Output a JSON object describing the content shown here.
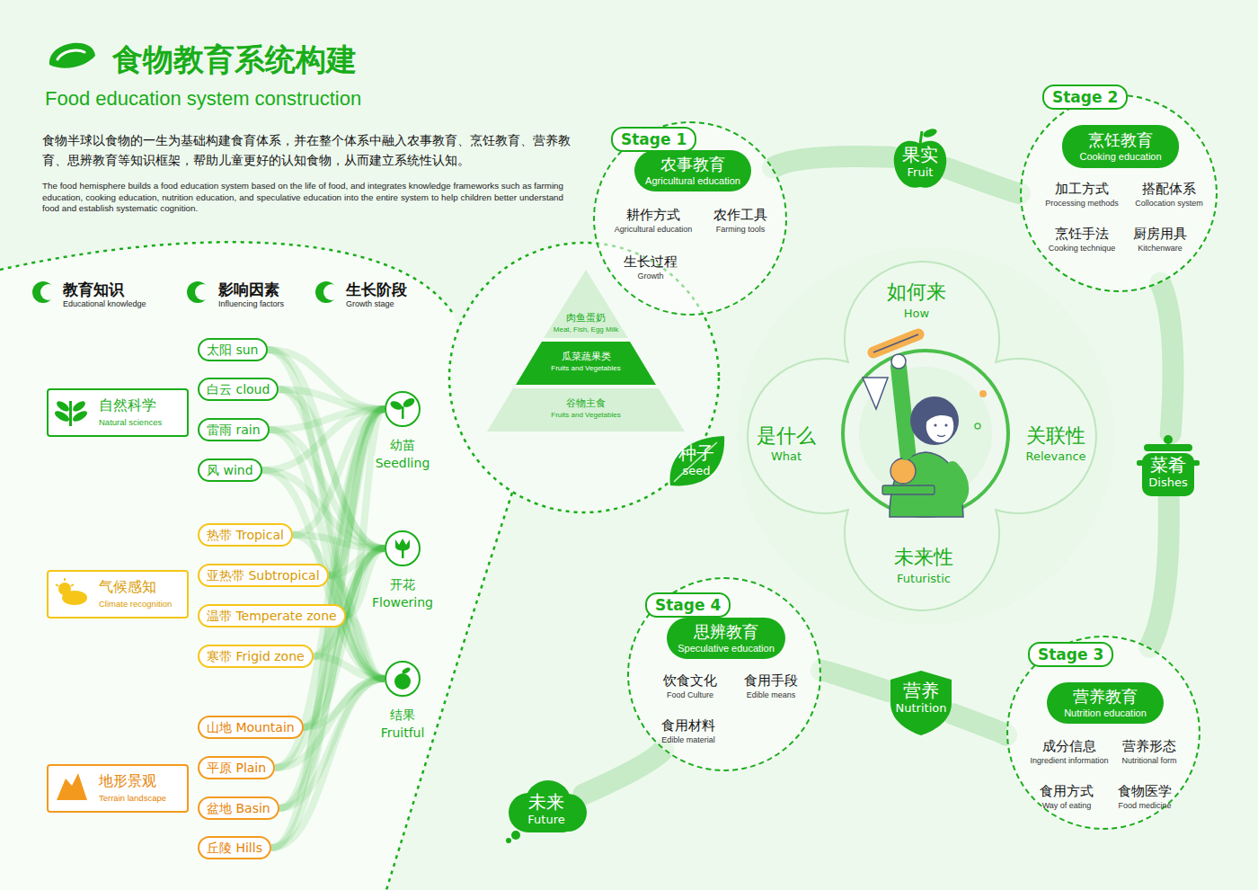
{
  "diagram": {
    "title": "食物教育系统构建",
    "nodes": [
      {
        "text": [
          "自然科学",
          "Natural sciences"
        ]
      },
      {
        "text": [
          "太阳 sun"
        ]
      },
      {
        "text": [
          "白云 cloud"
        ]
      },
      {
        "text": [
          "雷雨 rain"
        ]
      },
      {
        "text": [
          "风 wind"
        ]
      },
      {
        "text": [
          "气候感知",
          "Climate recognition"
        ]
      },
      {
        "text": [
          "热带 Tropical"
        ]
      },
      {
        "text": [
          "亚热带 Subtropical"
        ]
      },
      {
        "text": [
          "温带 Temperate zone"
        ]
      },
      {
        "text": [
          "寒带 Frigid zone"
        ]
      },
      {
        "text": [
          "地形景观",
          "Terrain landscape"
        ]
      },
      {
        "text": [
          "山地 Mountain"
        ]
      },
      {
        "text": [
          "平原 Plain"
        ]
      },
      {
        "text": [
          "盆地 Basin"
        ]
      },
      {
        "text": [
          "丘陵 Hills"
        ]
      },
      {
        "text": [
          "幼苗",
          "Seedling"
        ]
      },
      {
        "text": [
          "开花",
          "Flowering"
        ]
      },
      {
        "text": [
          "结果",
          "Fruitful"
        ]
      },
      {
        "text": [
          "肉鱼蛋奶",
          "Meat, Fish, Egg Milk"
        ]
      },
      {
        "text": [
          "瓜菜蔬果类",
          "Fruits and Vegetables"
        ]
      },
      {
        "text": [
          "谷物主食",
          "Fruits and Vegetables"
        ]
      },
      {
        "text": [
          "耕作方式",
          "Agricultural education",
          "农作工具",
          "Farming tools",
          "生长过程",
          "Growth"
        ]
      },
      {
        "text": [
          "Stage 1"
        ],
        "in": 21
      },
      {
        "text": [
          "农事教育",
          "Agricultural education"
        ],
        "in": 21
      },
      {
        "text": [
          "种子",
          "seed"
        ]
      },
      {
        "text": [
          "果实",
          "Fruit"
        ]
      },
      {
        "text": [
          "加工方式",
          "Processing methods",
          "搭配体系",
          "Collocation system",
          "烹饪手法",
          "Cooking technique",
          "厨房用具",
          "Kitchenware"
        ]
      },
      {
        "text": [
          "Stage 2"
        ],
        "in": 26
      },
      {
        "text": [
          "烹饪教育",
          "Cooking education"
        ],
        "in": 26
      },
      {
        "text": [
          "如何来",
          "How",
          "是什么",
          "What",
          "关联性",
          "Relevance",
          "未来性",
          "Futuristic"
        ]
      },
      {
        "text": [
          "菜肴",
          "Dishes"
        ]
      },
      {
        "text": [
          "饮食文化",
          "Food Culture",
          "食用手段",
          "Edible means",
          "食用材料",
          "Edible material"
        ]
      },
      {
        "text": [
          "Stage 4"
        ],
        "in": 31
      },
      {
        "text": [
          "思辨教育",
          "Speculative education"
        ],
        "in": 31
      },
      {
        "text": [
          "营养",
          "Nutrition"
        ]
      },
      {
        "text": [
          "成分信息",
          "Ingredient information",
          "营养形态",
          "Nutritional form",
          "食用方式",
          "Way of eating",
          "食物医学",
          "Food medicine"
        ]
      },
      {
        "text": [
          "Stage 3"
        ],
        "in": 35
      },
      {
        "text": [
          "营养教育",
          "Nutrition education"
        ],
        "in": 35
      },
      {
        "text": [
          "未来",
          "Future"
        ]
      }
    ],
    "edges": [
      {
        "from": 1,
        "to": 15,
        "arrow": "none"
      },
      {
        "from": 1,
        "to": 16,
        "arrow": "none"
      },
      {
        "from": 1,
        "to": 17,
        "arrow": "none"
      },
      {
        "from": 2,
        "to": 15,
        "arrow": "none"
      },
      {
        "from": 2,
        "to": 16,
        "arrow": "none"
      },
      {
        "from": 2,
        "to": 17,
        "arrow": "none"
      },
      {
        "from": 3,
        "to": 15,
        "arrow": "none"
      },
      {
        "from": 3,
        "to": 16,
        "arrow": "none"
      },
      {
        "from": 3,
        "to": 17,
        "arrow": "none"
      },
      {
        "from": 4,
        "to": 15,
        "arrow": "none"
      },
      {
        "from": 4,
        "to": 16,
        "arrow": "none"
      },
      {
        "from": 4,
        "to": 17,
        "arrow": "none"
      },
      {
        "from": 6,
        "to": 15,
        "arrow": "none"
      },
      {
        "from": 6,
        "to": 16,
        "arrow": "none"
      },
      {
        "from": 6,
        "to": 17,
        "arrow": "none"
      },
      {
        "from": 7,
        "to": 15,
        "arrow": "none"
      },
      {
        "from": 7,
        "to": 16,
        "arrow": "none"
      },
      {
        "from": 7,
        "to": 17,
        "arrow": "none"
      },
      {
        "from": 8,
        "to": 15,
        "arrow": "none"
      },
      {
        "from": 8,
        "to": 16,
        "arrow": "none"
      },
      {
        "from": 8,
        "to": 17,
        "arrow": "none"
      },
      {
        "from": 9,
        "to": 15,
        "arrow": "none"
      },
      {
        "from": 9,
        "to": 16,
        "arrow": "none"
      },
      {
        "from": 9,
        "to": 17,
        "arrow": "none"
      },
      {
        "from": 11,
        "to": 15,
        "arrow": "none"
      },
      {
        "from": 11,
        "to": 16,
        "arrow": "none"
      },
      {
        "from": 11,
        "to": 17,
        "arrow": "none"
      },
      {
        "from": 12,
        "to": 15,
        "arrow": "none"
      },
      {
        "from": 12,
        "to": 16,
        "arrow": "none"
      },
      {
        "from": 12,
        "to": 17,
        "arrow": "none"
      },
      {
        "from": 13,
        "to": 15,
        "arrow": "none"
      },
      {
        "from": 13,
        "to": 16,
        "arrow": "none"
      },
      {
        "from": 13,
        "to": 17,
        "arrow": "none"
      },
      {
        "from": 14,
        "to": 15,
        "arrow": "none"
      },
      {
        "from": 14,
        "to": 16,
        "arrow": "none"
      },
      {
        "from": 14,
        "to": 17,
        "arrow": "none"
      },
      {
        "from": 21,
        "to": 25,
        "arrow": "none"
      },
      {
        "from": 25,
        "to": 26,
        "arrow": "none"
      },
      {
        "from": 26,
        "to": 30,
        "arrow": "none"
      },
      {
        "from": 30,
        "to": 35,
        "arrow": "none"
      },
      {
        "from": 35,
        "to": 34,
        "arrow": "none"
      },
      {
        "from": 34,
        "to": 31,
        "arrow": "none"
      },
      {
        "from": 31,
        "to": 38,
        "arrow": "none"
      }
    ],
    "labels": [
      "Food education system construction",
      "食物半球以食物的一生为基础构建食育体系，并在整个体系中融入农事教育、烹饪教育、营养教育、思辨教育等知识框架，帮助儿童更好的认知食物，从而建立系统性认知。",
      "The food hemisphere builds a food education system based on the life of food, and integrates knowledge frameworks such as farming education, cooking education, nutrition education, and speculative education into the entire system to help children better understand food and establish systematic cognition.",
      "教育知识",
      "Educational knowledge",
      "影响因素",
      "Influencing factors",
      "生长阶段",
      "Growth stage"
    ]
  }
}
